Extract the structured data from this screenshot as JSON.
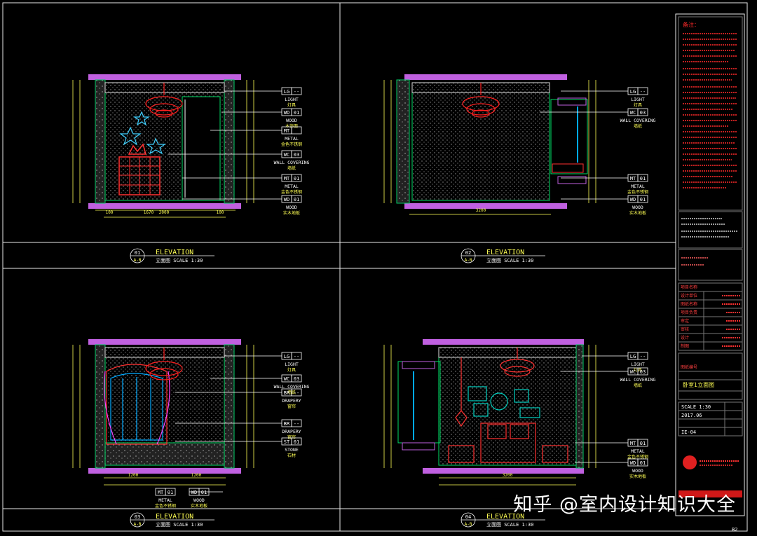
{
  "panels": [
    {
      "number": "01",
      "sub": "A-B",
      "title": "ELEVATION",
      "caption": "立面图  SCALE  1:30",
      "tags": [
        {
          "code": "LG",
          "num": "--",
          "lines": [
            "LIGHT",
            "灯具"
          ]
        },
        {
          "code": "WD",
          "num": "01",
          "lines": [
            "WOOD",
            "木饰面"
          ]
        },
        {
          "code": "MT",
          "num": "",
          "lines": [
            "METAL",
            "金色不锈钢"
          ]
        },
        {
          "code": "WC",
          "num": "03",
          "lines": [
            "WALL COVERING",
            "墙纸"
          ]
        },
        {
          "code": "MT",
          "num": "01",
          "lines": [
            "METAL",
            "金色不锈钢"
          ]
        },
        {
          "code": "WD",
          "num": "01",
          "lines": [
            "WOOD",
            "实木地板"
          ]
        }
      ],
      "dims": [
        "100",
        "1670",
        "2000",
        "100"
      ]
    },
    {
      "number": "02",
      "sub": "A-B",
      "title": "ELEVATION",
      "caption": "立面图  SCALE  1:30",
      "tags": [
        {
          "code": "LG",
          "num": "--",
          "lines": [
            "LIGHT",
            "灯具"
          ]
        },
        {
          "code": "WC",
          "num": "03",
          "lines": [
            "WALL COVERING",
            "墙纸"
          ]
        },
        {
          "code": "MT",
          "num": "01",
          "lines": [
            "METAL",
            "金色不锈钢"
          ]
        },
        {
          "code": "WD",
          "num": "01",
          "lines": [
            "WOOD",
            "实木地板"
          ]
        }
      ],
      "dims": [
        "3200"
      ]
    },
    {
      "number": "03",
      "sub": "A-B",
      "title": "ELEVATION",
      "caption": "立面图  SCALE  1:30",
      "tags": [
        {
          "code": "LG",
          "num": "--",
          "lines": [
            "LIGHT",
            "灯具"
          ]
        },
        {
          "code": "WC",
          "num": "03",
          "lines": [
            "WALL COVERING",
            "墙纸"
          ]
        },
        {
          "code": "BR",
          "num": "--",
          "lines": [
            "DRAPERY",
            "窗帘"
          ]
        },
        {
          "code": "BR",
          "num": "--",
          "lines": [
            "DRAPERY",
            "窗帘"
          ]
        },
        {
          "code": "ST",
          "num": "01",
          "lines": [
            "STONE",
            "石材"
          ]
        }
      ],
      "bottom_tags": [
        {
          "code": "MT",
          "num": "01",
          "lines": [
            "METAL",
            "金色不锈钢"
          ]
        },
        {
          "code": "WD",
          "num": "01",
          "lines": [
            "WOOD",
            "实木地板"
          ]
        }
      ],
      "dims": [
        "1200",
        "1200"
      ]
    },
    {
      "number": "04",
      "sub": "A-B",
      "title": "ELEVATION",
      "caption": "立面图  SCALE  1:30",
      "tags": [
        {
          "code": "LG",
          "num": "--",
          "lines": [
            "LIGHT",
            "灯具"
          ]
        },
        {
          "code": "WC",
          "num": "03",
          "lines": [
            "WALL COVERING",
            "墙纸"
          ]
        },
        {
          "code": "MT",
          "num": "01",
          "lines": [
            "METAL",
            "金色不锈钢"
          ]
        },
        {
          "code": "WD",
          "num": "01",
          "lines": [
            "WOOD",
            "实木地板"
          ]
        }
      ],
      "dims": [
        "3200"
      ]
    }
  ],
  "title_block": {
    "notes_heading": "备注：",
    "labels": [
      "项目名称",
      "设计单位",
      "图纸名称",
      "项目负责",
      "审定",
      "审核",
      "设计",
      "制图",
      "图纸编号"
    ],
    "sheet_name": "卧室1立面图",
    "scale": "SCALE 1:30",
    "date": "2017.06",
    "sheet_no": "IE-04"
  },
  "corner_mark": "B2",
  "watermark": "知乎 @室内设计知识大全"
}
